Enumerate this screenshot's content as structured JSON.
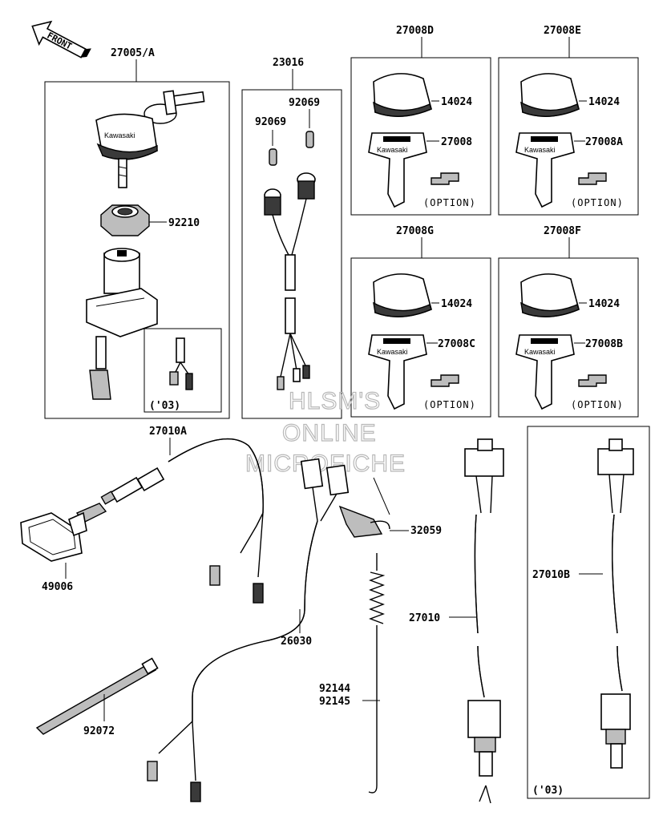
{
  "front_label": "FRONT",
  "labels": {
    "p27005A": "27005/A",
    "p92210": "92210",
    "p03a": "('03)",
    "p23016": "23016",
    "p92069a": "92069",
    "p92069b": "92069",
    "p27008D": "27008D",
    "p27008E": "27008E",
    "p27008G": "27008G",
    "p27008F": "27008F",
    "p14024a": "14024",
    "p14024b": "14024",
    "p14024c": "14024",
    "p14024d": "14024",
    "p27008": "27008",
    "p27008A": "27008A",
    "p27008C": "27008C",
    "p27008B": "27008B",
    "opt1": "(OPTION)",
    "opt2": "(OPTION)",
    "opt3": "(OPTION)",
    "opt4": "(OPTION)",
    "p27010A": "27010A",
    "p49006": "49006",
    "p26030": "26030",
    "p32059": "32059",
    "p92144": "92144",
    "p92145": "92145",
    "p27010": "27010",
    "p27010B": "27010B",
    "p03b": "('03)",
    "p92072": "92072"
  },
  "key_brand": "Kawasaki",
  "watermark": {
    "line1": "HLSM'S",
    "line2": "ONLINE",
    "line3": "MICROFICHE"
  }
}
